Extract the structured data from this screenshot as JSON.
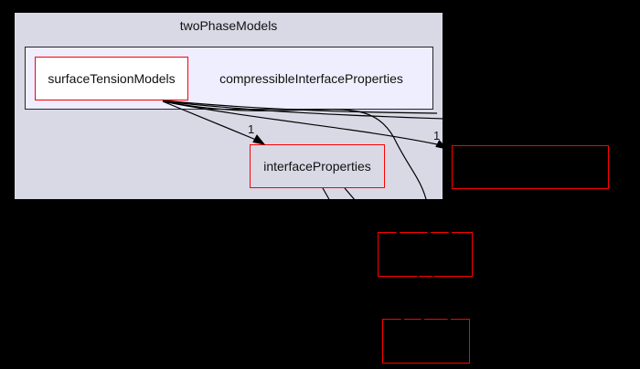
{
  "diagram": {
    "type": "directory-dependency-graph",
    "outer_cluster": {
      "label": "twoPhaseModels"
    },
    "inner_cluster": {
      "label": "compressibleInterfaceProperties"
    },
    "nodes": {
      "surface_tension_models": {
        "label": "surfaceTensionModels",
        "fill": "#ffffff"
      },
      "interface_properties": {
        "label": "interfaceProperties",
        "fill": "#d9d9e6"
      },
      "external_1": {
        "label": "",
        "fill": "#000000"
      },
      "external_2": {
        "label": "",
        "fill": "#000000"
      },
      "external_3": {
        "label": "",
        "fill": "#000000"
      }
    },
    "edge_labels": {
      "to_interface_properties": "1",
      "to_external_1": "1"
    },
    "colors": {
      "page_bg": "#000000",
      "outer_cluster_fill": "#d9d9e6",
      "inner_cluster_fill": "#eeeeff",
      "inner_cluster_border": "#25252d",
      "node_border": "#ff0000",
      "edge": "#000000",
      "text": "#111111"
    }
  }
}
